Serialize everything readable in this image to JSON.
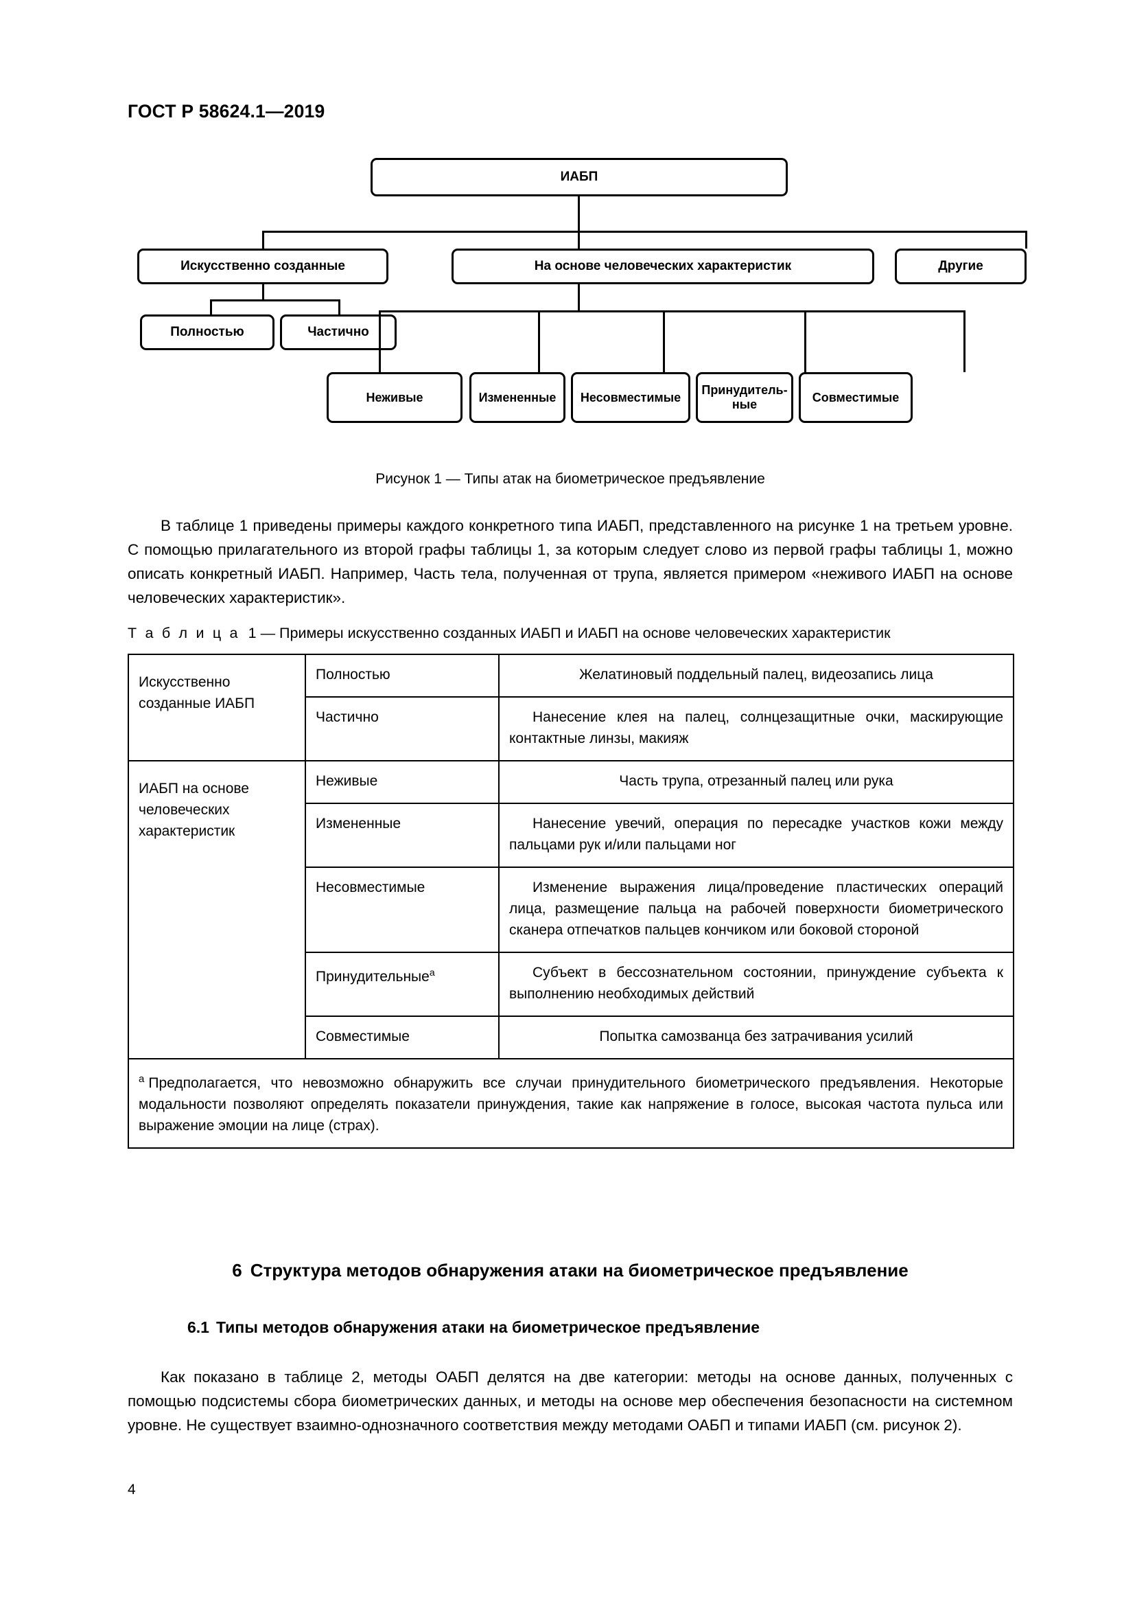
{
  "document": {
    "standard_id": "ГОСТ Р 58624.1—2019",
    "page_number": "4"
  },
  "figure": {
    "caption": "Рисунок 1 — Типы атак на биометрическое предъявление",
    "nodes": {
      "root": "ИАБП",
      "level2_left": "Искусственно созданные",
      "level2_mid": "На основе человеческих характеристик",
      "level2_right": "Другие",
      "level3_a": "Полностью",
      "level3_b": "Частично",
      "level4_a": "Неживые",
      "level4_b": "Измененные",
      "level4_c": "Несовместимые",
      "level4_d": "Принудитель-\nные",
      "level4_e": "Совместимые"
    }
  },
  "paragraphs": {
    "after_figure": "В таблице 1 приведены примеры каждого конкретного типа ИАБП, представленного на рисунке 1 на третьем уровне. С помощью прилагательного из второй графы таблицы 1, за которым следует слово из первой графы таблицы 1, можно описать конкретный ИАБП. Например, Часть тела, полученная от трупа, является примером «неживого ИАБП на основе человеческих характеристик».",
    "section_6_1_body": "Как показано в таблице 2, методы ОАБП делятся на две категории: методы на основе данных, полученных с помощью подсистемы сбора биометрических данных, и методы на основе мер обеспечения безопасности на системном уровне. Не существует взаимно-однозначного соответствия между методами ОАБП и типами ИАБП (см. рисунок 2)."
  },
  "table": {
    "caption_prefix": "Т а б л и ц а",
    "caption_number": "1",
    "caption_text": "— Примеры искусственно созданных ИАБП и ИАБП на основе человеческих характеристик",
    "groups": [
      {
        "label": "Искусственно\nсозданные ИАБП",
        "rows": [
          {
            "type": "Полностью",
            "examples": "Желатиновый поддельный палец, видеозапись лица",
            "centered": true
          },
          {
            "type": "Частично",
            "examples": "Нанесение клея на палец, солнцезащитные очки, маскирующие контактные линзы, макияж",
            "centered": false
          }
        ]
      },
      {
        "label": "ИАБП на основе\nчеловеческих\nхарактеристик",
        "rows": [
          {
            "type": "Неживые",
            "examples": "Часть трупа, отрезанный палец или рука",
            "centered": true
          },
          {
            "type": "Измененные",
            "examples": "Нанесение увечий, операция по пересадке участков кожи между пальцами рук и/или пальцами ног",
            "centered": false
          },
          {
            "type": "Несовместимые",
            "examples": "Изменение выражения лица/проведение пластических операций лица, размещение пальца на рабочей поверхности биометрического сканера отпечатков пальцев кончиком или боковой стороной",
            "centered": false
          },
          {
            "type": "Принудительные",
            "type_footnote": "a",
            "examples": "Субъект в бессознательном состоянии, принуждение субъекта к выполнению необходимых действий",
            "centered": false
          },
          {
            "type": "Совместимые",
            "examples": "Попытка самозванца без затрачивания усилий",
            "centered": true
          }
        ]
      }
    ],
    "footnote": {
      "marker": "a",
      "text": "Предполагается, что невозможно обнаружить все случаи принудительного биометрического предъявления. Некоторые модальности позволяют определять показатели принуждения, такие как напряжение в голосе, высокая частота пульса или выражение эмоции на лице (страх)."
    }
  },
  "headings": {
    "section_6_number": "6",
    "section_6_title": "Структура методов обнаружения атаки на биометрическое предъявление",
    "section_6_1_number": "6.1",
    "section_6_1_title": "Типы методов обнаружения атаки на биометрическое предъявление"
  }
}
